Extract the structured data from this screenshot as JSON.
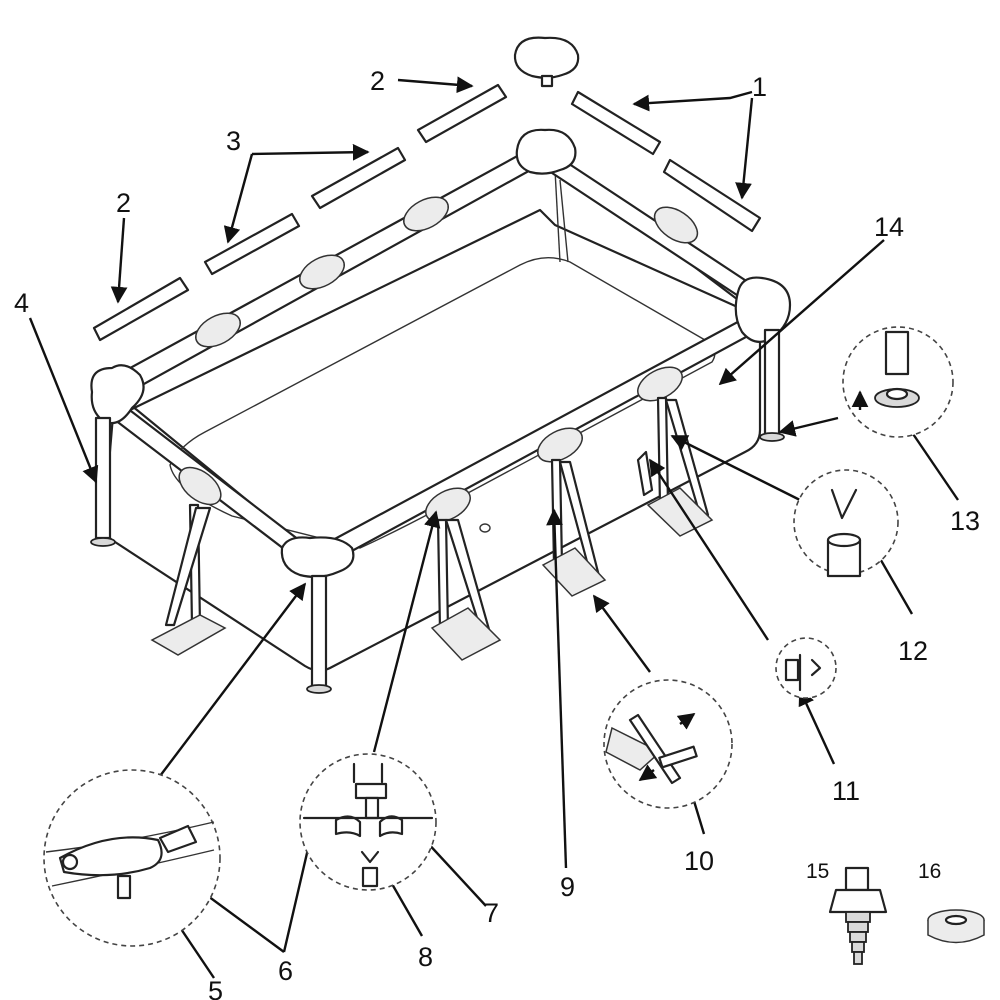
{
  "labels": {
    "p1": "1",
    "p2a": "2",
    "p2b": "2",
    "p3": "3",
    "p4": "4",
    "p5": "5",
    "p6": "6",
    "p7": "7",
    "p8": "8",
    "p9": "9",
    "p10": "10",
    "p11": "11",
    "p12": "12",
    "p13": "13",
    "p14": "14",
    "p15": "15",
    "p16": "16"
  }
}
